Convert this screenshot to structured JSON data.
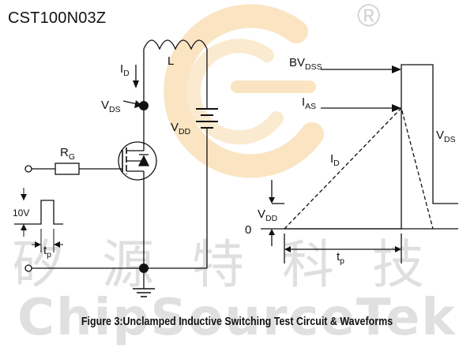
{
  "header": {
    "part_number": "CST100N03Z",
    "registered_mark": "®"
  },
  "watermark": {
    "chinese": "矽源特科技",
    "english": "ChipSourceTek"
  },
  "circuit": {
    "inductor_label": "L",
    "drain_current": {
      "main": "I",
      "sub": "D"
    },
    "vds": {
      "main": "V",
      "sub": "DS"
    },
    "vdd": {
      "main": "V",
      "sub": "DD"
    },
    "gate_resistor": {
      "main": "R",
      "sub": "G"
    },
    "pulse_amplitude": "10V",
    "pulse_width": {
      "main": "t",
      "sub": "p"
    }
  },
  "waveforms": {
    "bvdss": {
      "main": "BV",
      "sub": "DSS"
    },
    "ias": {
      "main": "I",
      "sub": "AS"
    },
    "vds": {
      "main": "V",
      "sub": "DS"
    },
    "id": {
      "main": "I",
      "sub": "D"
    },
    "vdd": {
      "main": "V",
      "sub": "DD"
    },
    "zero": "0",
    "tp": {
      "main": "t",
      "sub": "p"
    }
  },
  "caption": "Figure 3:Unclamped Inductive Switching Test Circuit & Waveforms",
  "colors": {
    "ink": "#111111",
    "watermark_gray": "#dcdcdc",
    "logo_orange": "#f5c27a"
  }
}
